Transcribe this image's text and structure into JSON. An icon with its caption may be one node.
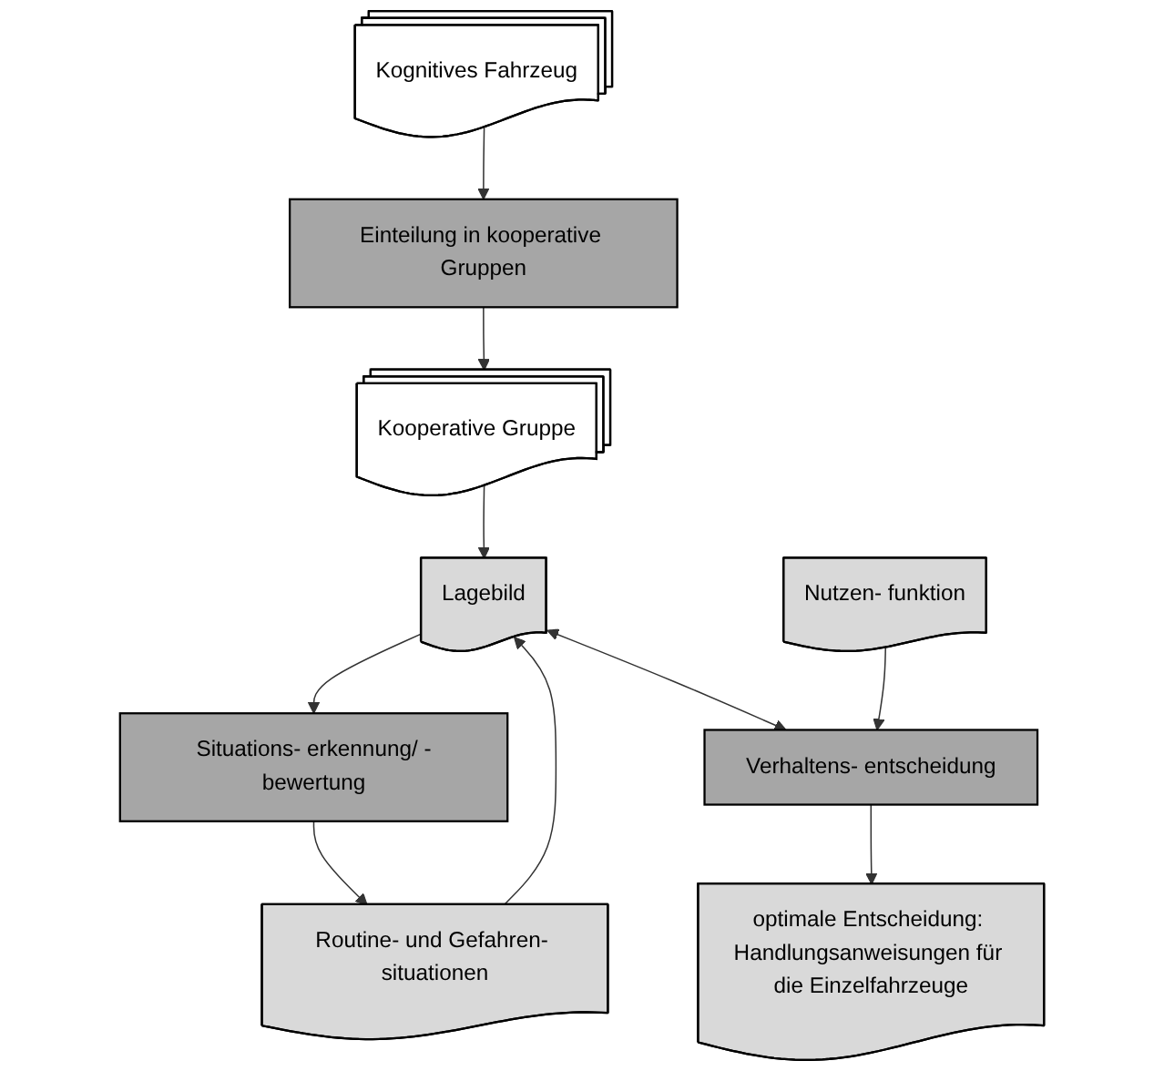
{
  "diagram": {
    "nodes": [
      {
        "text": [
          "Kognitives Fahrzeug"
        ]
      },
      {
        "text": [
          "Einteilung in kooperative Gruppen"
        ]
      },
      {
        "text": [
          "Kooperative Gruppe"
        ]
      },
      {
        "text": [
          "Situations- erkennung/ -bewertung"
        ]
      },
      {
        "text": [
          "Lagebild"
        ]
      },
      {
        "text": [
          "Routine- und Gefahren- situationen"
        ]
      },
      {
        "text": [
          "Nutzen- funktion"
        ]
      },
      {
        "text": [
          "Verhaltens- entscheidung"
        ]
      },
      {
        "text": [
          "optimale Entscheidung: Handlungsanweisungen für die Einzelfahrzeuge"
        ]
      }
    ],
    "edges": [
      {
        "from": 0,
        "to": 1,
        "arrow": "to"
      },
      {
        "from": 1,
        "to": 2,
        "arrow": "to"
      },
      {
        "from": 2,
        "to": 4,
        "arrow": "to"
      },
      {
        "from": 4,
        "to": 3,
        "arrow": "to"
      },
      {
        "from": 3,
        "to": 5,
        "arrow": "to"
      },
      {
        "from": 5,
        "to": 4,
        "arrow": "to"
      },
      {
        "from": 4,
        "to": 7,
        "arrow": "both"
      },
      {
        "from": 6,
        "to": 7,
        "arrow": "to"
      },
      {
        "from": 7,
        "to": 8,
        "arrow": "to"
      }
    ]
  }
}
